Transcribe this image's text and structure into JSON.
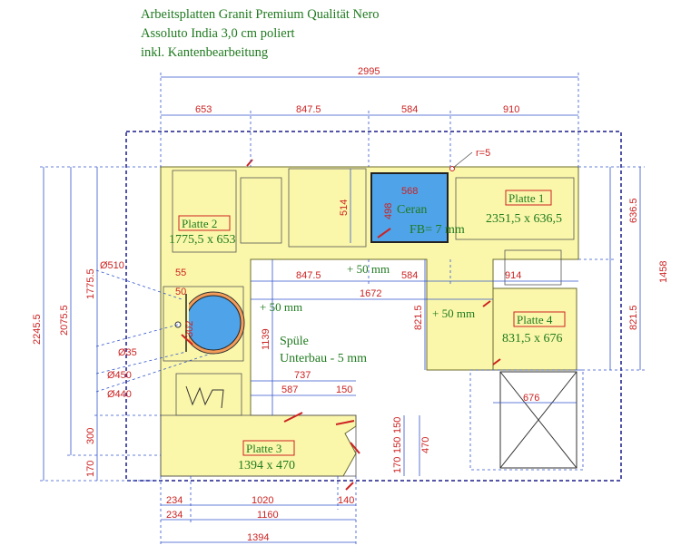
{
  "header": {
    "line1": "Arbeitsplatten Granit Premium Qualität Nero",
    "line2": "Assoluto India 3,0 cm poliert",
    "line3": "inkl. Kantenbearbeitung"
  },
  "plates": {
    "p1": {
      "name": "Platte 1",
      "size": "2351,5 x 636,5"
    },
    "p2": {
      "name": "Platte 2",
      "size": "1775,5 x 653"
    },
    "p3": {
      "name": "Platte 3",
      "size": "1394 x 470"
    },
    "p4": {
      "name": "Platte 4",
      "size": "831,5 x 676"
    }
  },
  "labels": {
    "ceran": "Ceran",
    "fb": "FB= 7 mm",
    "spuele": "Spüle",
    "unterbau": "Unterbau - 5 mm",
    "plus50a": "+ 50 mm",
    "plus50b": "+ 50 mm",
    "plus50c": "+ 50 mm",
    "radius": "r=5"
  },
  "dimensions": {
    "top_total": "2995",
    "top_a": "653",
    "top_b": "847.5",
    "top_c": "584",
    "top_d": "910",
    "ceran_w": "568",
    "ceran_h": "498",
    "cab_514": "514",
    "mid_847": "847.5",
    "mid_584": "584",
    "mid_914": "914",
    "mid_1672": "1672",
    "v_1139": "1139",
    "v_821a": "821.5",
    "v_821b": "821.5",
    "r_636": "636.5",
    "r_1458": "1458",
    "l_2245": "2245.5",
    "l_2075": "2075.5",
    "l_1775": "1775.5",
    "l_300": "300",
    "l_170": "170",
    "d510": "Ø510",
    "d55": "55",
    "d50": "50",
    "d302": "302",
    "d35": "Ø35",
    "d450": "Ø450",
    "d440": "Ø440",
    "s737": "737",
    "s587": "587",
    "s150": "150",
    "b150a": "150",
    "b150b": "150",
    "b470": "470",
    "b170": "170",
    "w676": "676",
    "bot234a": "234",
    "bot234b": "234",
    "bot1020": "1020",
    "bot140": "140",
    "bot1160": "1160",
    "bot1394": "1394"
  }
}
